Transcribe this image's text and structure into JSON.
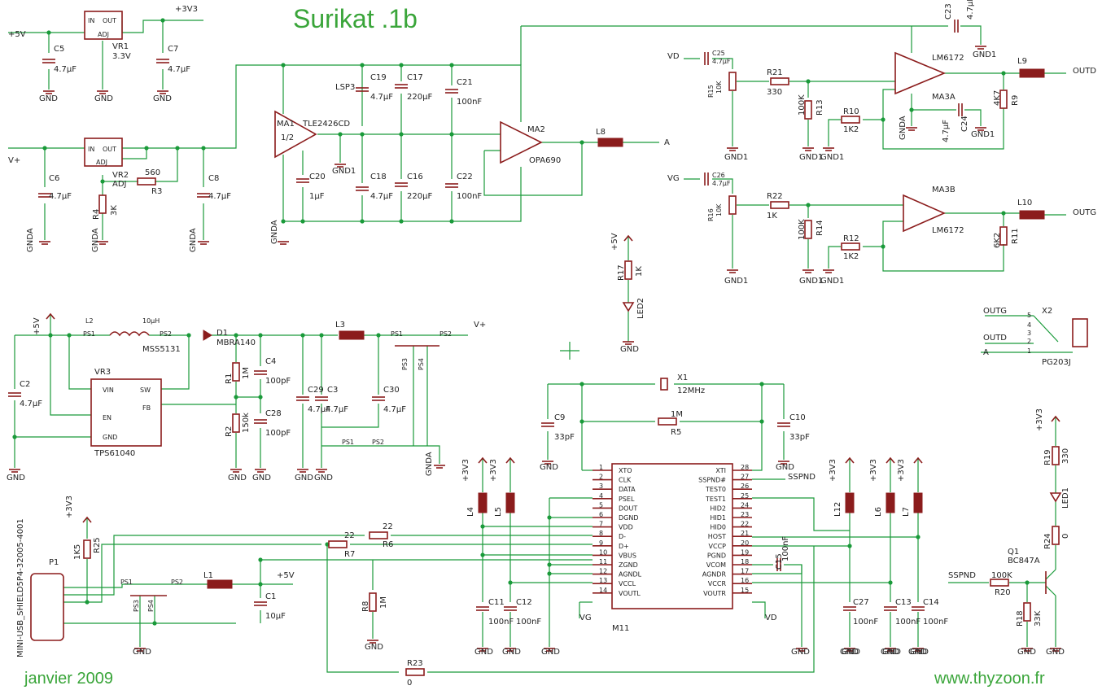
{
  "title": "Surikat .1b",
  "footer": {
    "date": "janvier 2009",
    "website": "www.thyzoon.fr"
  },
  "power_supply": {
    "rails": {
      "p5v": "+5V",
      "p3v3": "+3V3",
      "vplus": "V+"
    },
    "vr1": {
      "name": "VR1",
      "value": "3.3V",
      "pin_in": "IN",
      "pin_out": "OUT",
      "pin_adj": "ADJ"
    },
    "vr2": {
      "name": "VR2",
      "value": "ADJ",
      "pin_in": "IN",
      "pin_out": "OUT",
      "pin_adj": "ADJ"
    },
    "c5": {
      "name": "C5",
      "value": "4.7µF"
    },
    "c7": {
      "name": "C7",
      "value": "4.7µF"
    },
    "c6": {
      "name": "C6",
      "value": "4.7µF"
    },
    "c8": {
      "name": "C8",
      "value": "4.7µF"
    },
    "r3": {
      "name": "R3",
      "value": "560"
    },
    "r4": {
      "name": "R4",
      "value": "3K"
    },
    "gnd": "GND",
    "gnda": "GNDA"
  },
  "analog_front": {
    "ma1": {
      "name": "MA1",
      "value": "TLE2426CD",
      "inside": "1/2"
    },
    "ma2": {
      "name": "MA2",
      "value": "OPA690"
    },
    "lsp3": "LSP3",
    "gnd1": "GND1",
    "c19": {
      "name": "C19",
      "value": "4.7µF"
    },
    "c17": {
      "name": "C17",
      "value": "220µF"
    },
    "c21": {
      "name": "C21",
      "value": "100nF"
    },
    "c20": {
      "name": "C20",
      "value": "1µF"
    },
    "c18": {
      "name": "C18",
      "value": "4.7µF"
    },
    "c16": {
      "name": "C16",
      "value": "220µF"
    },
    "c22": {
      "name": "C22",
      "value": "100nF"
    },
    "c23": {
      "name": "C23",
      "value": "4.7µF"
    },
    "l8": {
      "name": "L8"
    },
    "out_a": "A"
  },
  "channel_d": {
    "vd": "VD",
    "c25": {
      "name": "C25",
      "value": "4.7µF"
    },
    "r15": {
      "name": "R15",
      "value": "10K"
    },
    "r21": {
      "name": "R21",
      "value": "330"
    },
    "r13": {
      "name": "R13",
      "value": "100K"
    },
    "r10": {
      "name": "R10",
      "value": "1K2"
    },
    "ma3a": {
      "name": "MA3A",
      "value": "LM6172"
    },
    "c24": {
      "name": "C24",
      "value": "4.7µF"
    },
    "r9": {
      "name": "R9",
      "value": "4K7"
    },
    "l9": {
      "name": "L9"
    },
    "out": "OUTD"
  },
  "channel_g": {
    "vg": "VG",
    "c26": {
      "name": "C26",
      "value": "4.7µF"
    },
    "r16": {
      "name": "R16",
      "value": "10K"
    },
    "r22": {
      "name": "R22",
      "value": "1K"
    },
    "r14": {
      "name": "R14",
      "value": "100K"
    },
    "r12": {
      "name": "R12",
      "value": "1K2"
    },
    "ma3b": {
      "name": "MA3B",
      "value": "LM6172"
    },
    "r11": {
      "name": "R11",
      "value": "6K2"
    },
    "l10": {
      "name": "L10"
    },
    "out": "OUTG"
  },
  "led2_block": {
    "r17": {
      "name": "R17",
      "value": "1K"
    },
    "led": "LED2",
    "rail": "+5V",
    "gnd": "GND"
  },
  "jack": {
    "name": "X2",
    "value": "PG203J",
    "outg": "OUTG",
    "outd": "OUTD",
    "a": "A",
    "pins": [
      "5",
      "4",
      "3",
      "2",
      "1"
    ]
  },
  "boost": {
    "l2": {
      "name": "L2",
      "value": "10µH"
    },
    "mss": "MSS5131",
    "d1": {
      "name": "D1",
      "value": "MBRA140"
    },
    "l3": {
      "name": "L3"
    },
    "vr3": {
      "name": "VR3",
      "value": "TPS61040",
      "pins": {
        "vin": "VIN",
        "sw": "SW",
        "en": "EN",
        "fb": "FB",
        "gnd": "GND"
      }
    },
    "c2": {
      "name": "C2",
      "value": "4.7µF"
    },
    "c4": {
      "name": "C4",
      "value": "100pF"
    },
    "c28": {
      "name": "C28",
      "value": "100pF"
    },
    "r1": {
      "name": "R1",
      "value": "1M"
    },
    "r2": {
      "name": "R2",
      "value": "150k"
    },
    "c29": {
      "name": "C29",
      "value": "4.7µF"
    },
    "c3": {
      "name": "C3",
      "value": "4.7µF"
    },
    "c30": {
      "name": "C30",
      "value": "4.7µF"
    },
    "ps": [
      "PS1",
      "PS2",
      "PS3",
      "PS4"
    ],
    "gnd": "GND",
    "gnda": "GNDA"
  },
  "codec": {
    "name": "M11",
    "left_pins": [
      {
        "n": "1",
        "l": "XTO"
      },
      {
        "n": "2",
        "l": "CLK"
      },
      {
        "n": "3",
        "l": "DATA"
      },
      {
        "n": "4",
        "l": "PSEL"
      },
      {
        "n": "5",
        "l": "DOUT"
      },
      {
        "n": "6",
        "l": "DGND"
      },
      {
        "n": "7",
        "l": "VDD"
      },
      {
        "n": "8",
        "l": "D-"
      },
      {
        "n": "9",
        "l": "D+"
      },
      {
        "n": "10",
        "l": "VBUS"
      },
      {
        "n": "11",
        "l": "ZGND"
      },
      {
        "n": "12",
        "l": "AGNDL"
      },
      {
        "n": "13",
        "l": "VCCL"
      },
      {
        "n": "14",
        "l": "VOUTL"
      }
    ],
    "right_pins": [
      {
        "n": "28",
        "l": "XTI"
      },
      {
        "n": "27",
        "l": "SSPND#"
      },
      {
        "n": "26",
        "l": "TEST0"
      },
      {
        "n": "25",
        "l": "TEST1"
      },
      {
        "n": "24",
        "l": "HID2"
      },
      {
        "n": "23",
        "l": "HID1"
      },
      {
        "n": "22",
        "l": "HID0"
      },
      {
        "n": "21",
        "l": "HOST"
      },
      {
        "n": "20",
        "l": "VCCP"
      },
      {
        "n": "19",
        "l": "PGND"
      },
      {
        "n": "18",
        "l": "VCOM"
      },
      {
        "n": "17",
        "l": "AGNDR"
      },
      {
        "n": "16",
        "l": "VCCR"
      },
      {
        "n": "15",
        "l": "VOUTR"
      }
    ],
    "x1": {
      "name": "X1",
      "value": "12MHz"
    },
    "r5": {
      "name": "R5",
      "value": "1M"
    },
    "c9": {
      "name": "C9",
      "value": "33pF"
    },
    "c10": {
      "name": "C10",
      "value": "33pF"
    },
    "sspnd": "SSPND",
    "vg": "VG",
    "vd": "VD",
    "c15": {
      "name": "C15",
      "value": "100nF"
    },
    "l4": "L4",
    "l5": "L5",
    "l12": "L12",
    "l6": "L6",
    "l7": "L7",
    "c11": {
      "name": "C11",
      "value": "100nF"
    },
    "c12": {
      "name": "C12",
      "value": "100nF"
    },
    "c27": {
      "name": "C27",
      "value": "100nF"
    },
    "c13": {
      "name": "C13",
      "value": "100nF"
    },
    "c14": {
      "name": "C14",
      "value": "100nF"
    },
    "rail": "+3V3",
    "gnd": "GND"
  },
  "usb": {
    "p1": "P1",
    "connector": "MINI-USB_SHIELD5P4-32005-4001",
    "r25": {
      "name": "R25",
      "value": "1K5"
    },
    "r6": {
      "name": "R6",
      "value": "22"
    },
    "r7": {
      "name": "R7",
      "value": "22"
    },
    "l1": {
      "name": "L1"
    },
    "c1": {
      "name": "C1",
      "value": "10µF"
    },
    "r8": {
      "name": "R8",
      "value": "1M"
    },
    "r23": {
      "name": "R23",
      "value": "0"
    },
    "p5v": "+5V",
    "p3v3": "+3V3",
    "gnd": "GND",
    "ps": [
      "PS1",
      "PS2",
      "PS3",
      "PS4"
    ]
  },
  "led1_block": {
    "r19": {
      "name": "R19",
      "value": "330"
    },
    "led": "LED1",
    "r24": {
      "name": "R24",
      "value": "0"
    },
    "q1": {
      "name": "Q1",
      "value": "BC847A"
    },
    "r20": {
      "name": "R20",
      "value": "100K"
    },
    "r18": {
      "name": "R18",
      "value": "33K"
    },
    "sspnd": "SSPND",
    "rail": "+3V3",
    "gnd": "GND"
  }
}
